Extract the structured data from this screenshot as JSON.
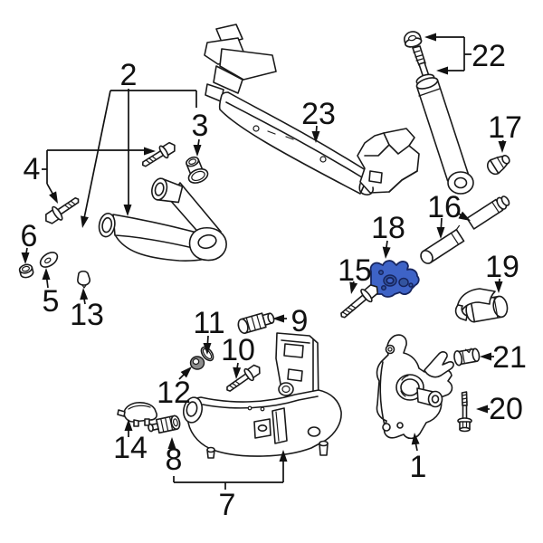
{
  "page": {
    "background": "#ffffff"
  },
  "diagram": {
    "kind": "exploded-parts-diagram",
    "line_color": "#1a1a1a",
    "label_color": "#111111",
    "highlight": {
      "part_number": "18",
      "fill": "#3e63c6",
      "stroke": "#17255e"
    },
    "labels": [
      {
        "part": 1,
        "text": "1"
      },
      {
        "part": 2,
        "text": "2"
      },
      {
        "part": 3,
        "text": "3"
      },
      {
        "part": 4,
        "text": "4"
      },
      {
        "part": 5,
        "text": "5"
      },
      {
        "part": 6,
        "text": "6"
      },
      {
        "part": 7,
        "text": "7"
      },
      {
        "part": 8,
        "text": "8"
      },
      {
        "part": 9,
        "text": "9"
      },
      {
        "part": 10,
        "text": "10"
      },
      {
        "part": 11,
        "text": "11"
      },
      {
        "part": 12,
        "text": "12"
      },
      {
        "part": 13,
        "text": "13"
      },
      {
        "part": 14,
        "text": "14"
      },
      {
        "part": 15,
        "text": "15"
      },
      {
        "part": 16,
        "text": "16"
      },
      {
        "part": 17,
        "text": "17"
      },
      {
        "part": 18,
        "text": "18"
      },
      {
        "part": 19,
        "text": "19"
      },
      {
        "part": 20,
        "text": "20"
      },
      {
        "part": 21,
        "text": "21"
      },
      {
        "part": 22,
        "text": "22"
      },
      {
        "part": 23,
        "text": "23"
      }
    ]
  }
}
